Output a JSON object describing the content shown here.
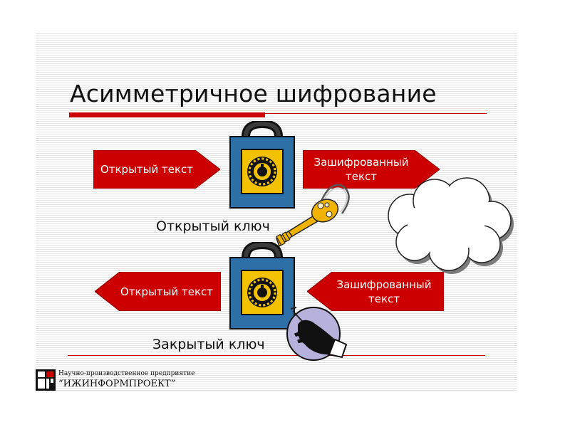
{
  "title": "Асимметричное шифрование",
  "arrows": [
    {
      "text": "Открытый текст"
    },
    {
      "text": "Зашифрованный текст"
    },
    {
      "text": "Открытый текст"
    },
    {
      "text": "Зашифрованный текст"
    }
  ],
  "keys": {
    "public_label": "Открытый ключ",
    "private_label": "Закрытый ключ"
  },
  "footer": {
    "line1": "Научно-производственное предприятие",
    "line2": "“ИЖИНФОРМПРОЕКТ”"
  },
  "colors": {
    "accent": "#cc0000",
    "lock_body": "#2f6fa8",
    "lock_dial": "#f2c200",
    "key": "#f0b400"
  },
  "icons": [
    "padlock-icon",
    "key-icon",
    "cloud-icon",
    "hand-with-key-icon",
    "company-logo-icon"
  ]
}
